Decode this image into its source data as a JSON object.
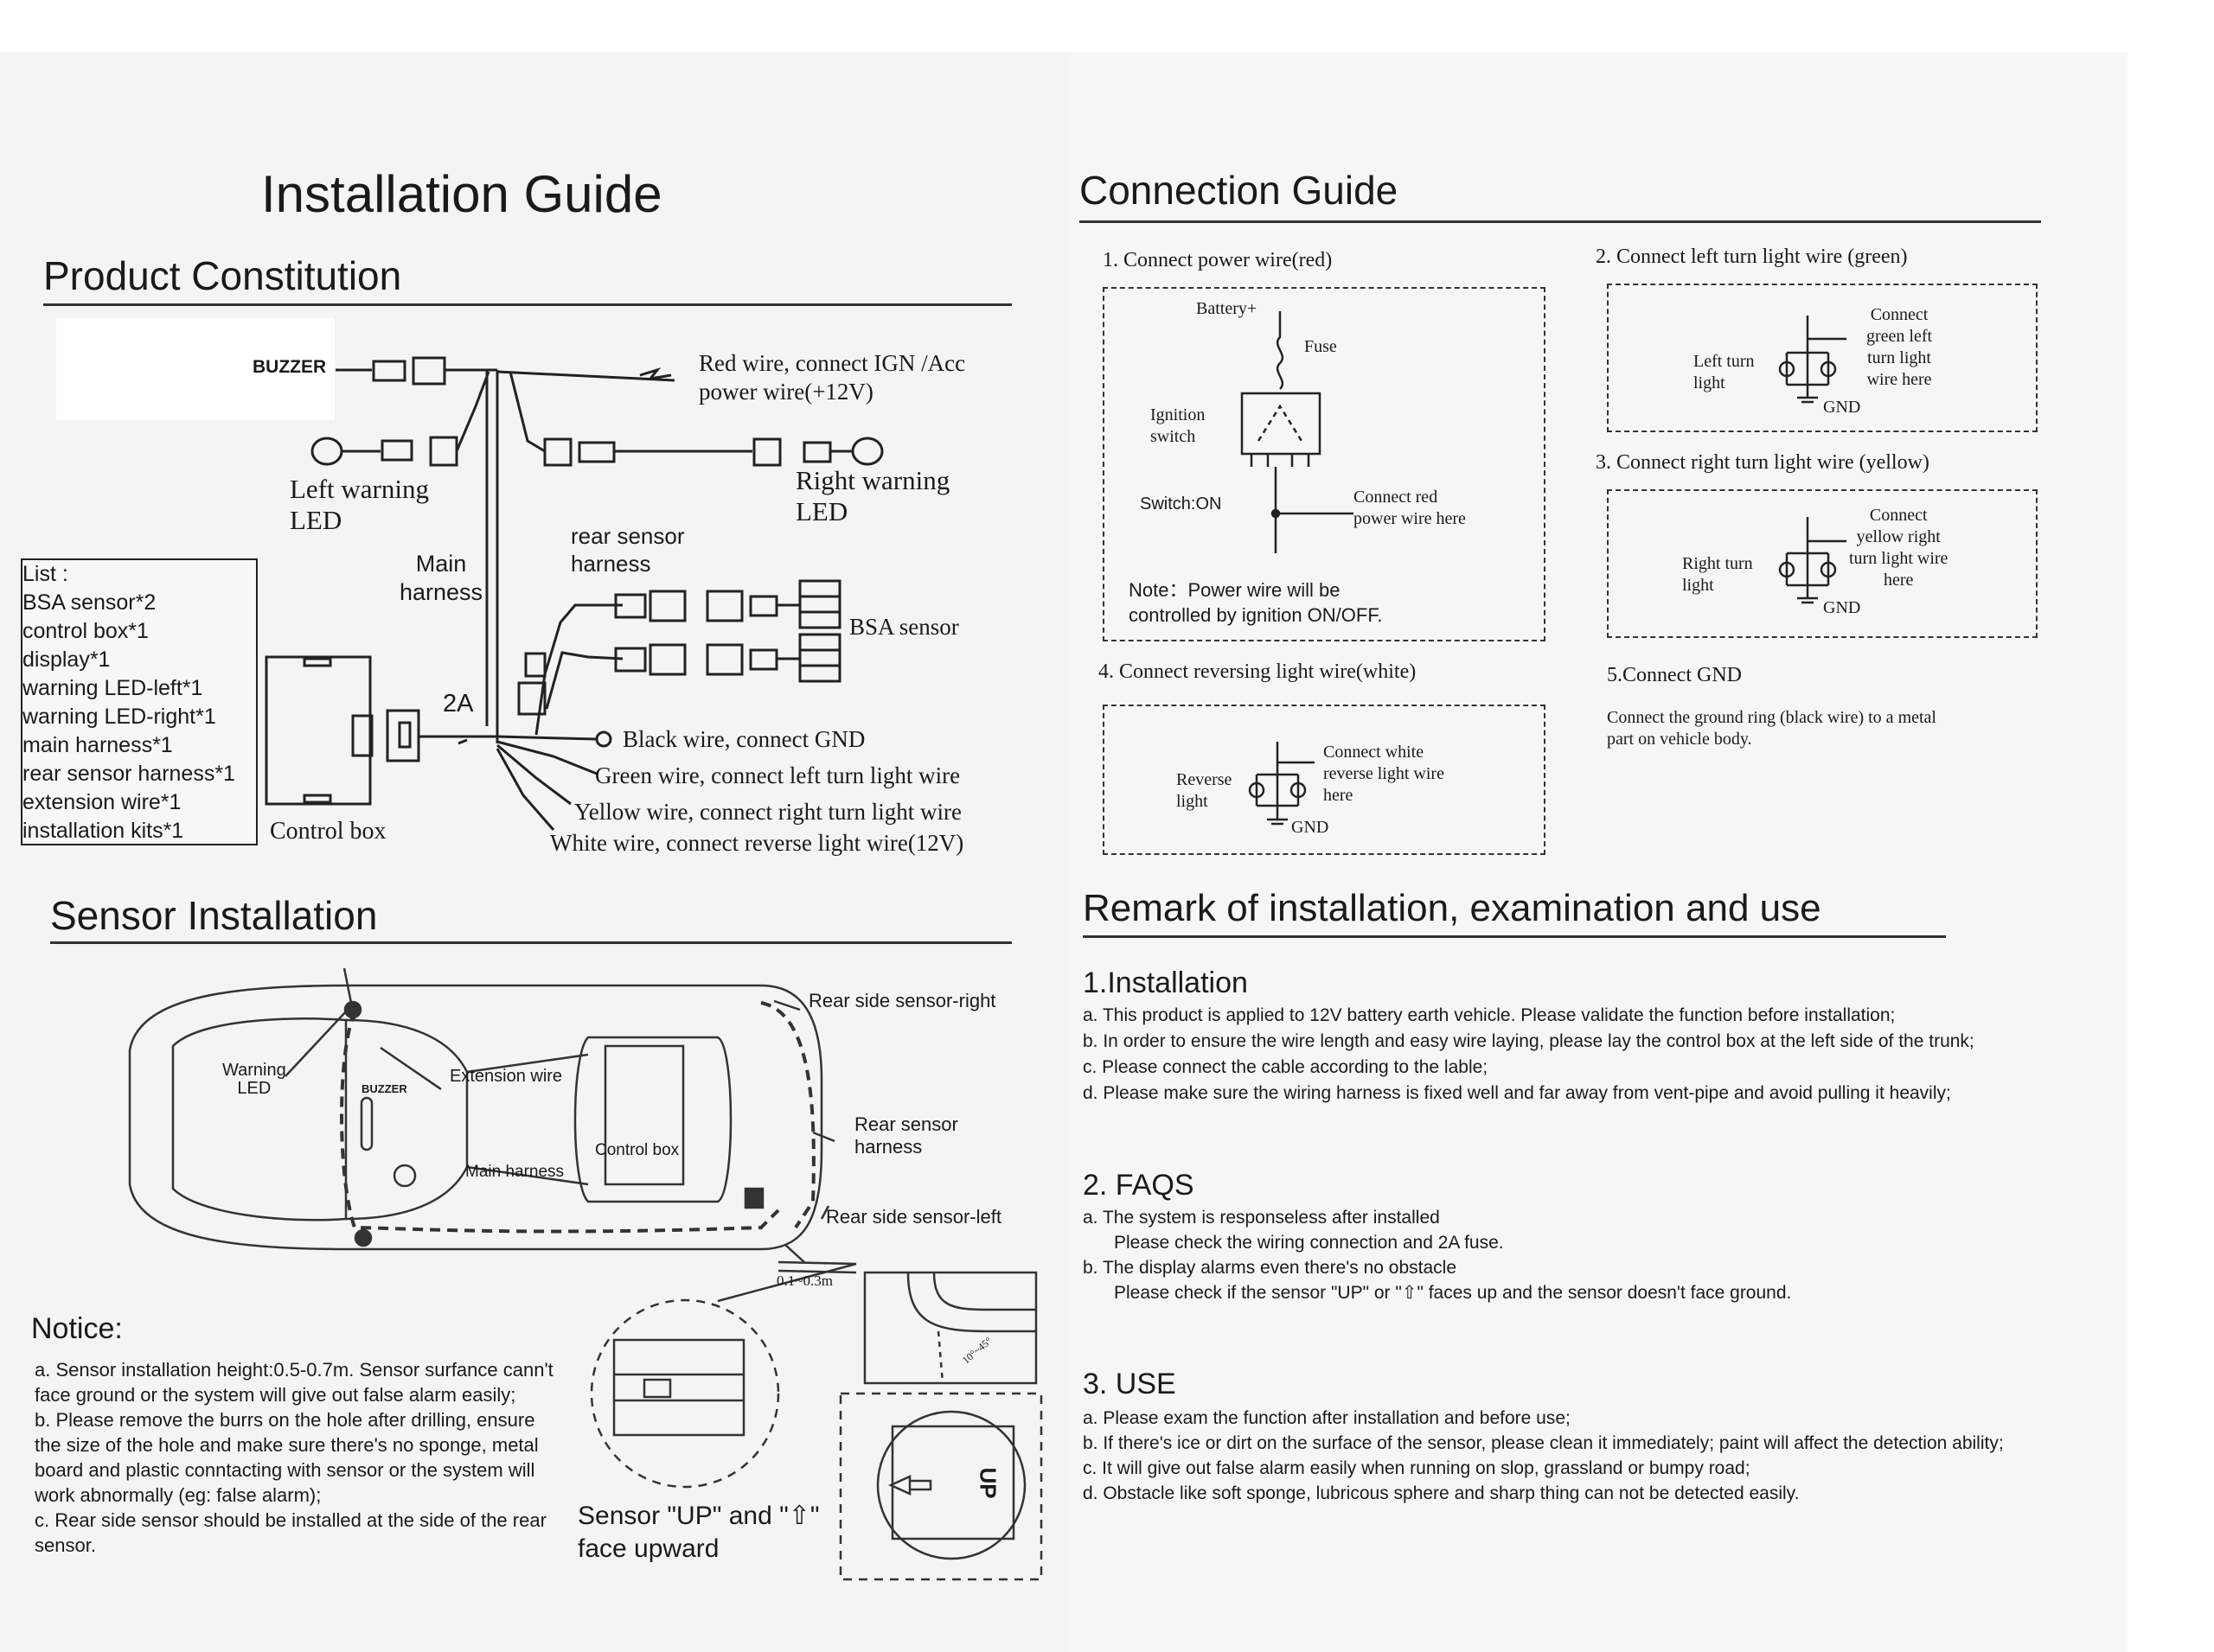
{
  "left": {
    "title": "Installation Guide",
    "product_constitution": {
      "heading": "Product Constitution",
      "buzzer": "BUZZER",
      "red_wire": [
        "Red wire, connect IGN /Acc",
        "power wire(+12V)"
      ],
      "left_led": [
        "Left warning",
        "LED"
      ],
      "right_led": [
        "Right warning",
        "LED"
      ],
      "main_harness": [
        "Main",
        "harness"
      ],
      "rear_sensor_harness": [
        "rear sensor",
        "harness"
      ],
      "bsa_sensor": "BSA sensor",
      "fuse": "2A",
      "black_wire": "Black wire, connect GND",
      "green_wire": "Green wire, connect left turn light wire",
      "yellow_wire": "Yellow wire, connect right turn light wire",
      "white_wire": "White wire, connect reverse light wire(12V)",
      "control_box": "Control box",
      "list_items": [
        "List :",
        "BSA sensor*2",
        "control box*1",
        "display*1",
        "warning LED-left*1",
        "warning LED-right*1",
        "main harness*1",
        "rear sensor harness*1",
        "extension wire*1",
        "installation kits*1"
      ]
    },
    "sensor_installation": {
      "heading": "Sensor Installation",
      "rear_right": "Rear side sensor-right",
      "warning_led": [
        "Warning",
        "LED"
      ],
      "buzzer": "BUZZER",
      "extension_wire": "Extension wire",
      "control_box": "Control box",
      "main_harness": "Main harness",
      "rear_sensor_harness": [
        "Rear sensor",
        "harness"
      ],
      "rear_left": "Rear side sensor-left",
      "distance": "0.1~0.3m",
      "angle": "10°~45°",
      "up_caption": [
        "Sensor \"UP\" and \"⇧\"",
        "face upward"
      ],
      "up_label": "UP"
    },
    "notice": {
      "heading": "Notice:",
      "items": [
        "a. Sensor installation height:0.5-0.7m. Sensor surfance cann't face ground or the system will give out false alarm easily;",
        "b. Please remove the burrs on the hole after drilling, ensure the size of the hole and make sure there's no sponge, metal board and plastic conntacting with sensor or the system will work abnormally (eg: false alarm);",
        "c. Rear side sensor should be installed at the side of the rear sensor."
      ]
    }
  },
  "right": {
    "connection_guide": {
      "heading": "Connection Guide",
      "step1": {
        "title": "1. Connect power wire(red)",
        "battery": "Battery+",
        "fuse": "Fuse",
        "ignition": [
          "Ignition",
          "switch"
        ],
        "switch_on": "Switch:ON",
        "connect": [
          "Connect red",
          "power wire here"
        ],
        "note": [
          "Note：Power wire will be",
          "controlled by ignition ON/OFF."
        ]
      },
      "step2": {
        "title": "2. Connect left turn light wire (green)",
        "light": [
          "Left turn",
          "light"
        ],
        "connect": [
          "Connect",
          "green left",
          "turn light",
          "wire here"
        ],
        "gnd": "GND"
      },
      "step3": {
        "title": "3. Connect right turn light wire (yellow)",
        "light": [
          "Right turn",
          "light"
        ],
        "connect": [
          "Connect",
          "yellow right",
          "turn light wire",
          "here"
        ],
        "gnd": "GND"
      },
      "step4": {
        "title": "4. Connect reversing light wire(white)",
        "light": [
          "Reverse",
          "light"
        ],
        "connect": [
          "Connect white",
          "reverse light wire",
          "here"
        ],
        "gnd": "GND"
      },
      "step5": {
        "title": "5.Connect GND",
        "text": [
          "Connect the ground ring (black wire) to a metal",
          "part on vehicle body."
        ]
      }
    },
    "remark": {
      "heading": "Remark of installation, examination and use",
      "installation": {
        "heading": "1.Installation",
        "items": [
          "a. This product is applied to 12V battery earth vehicle. Please validate the function before installation;",
          "b. In order to ensure the wire length and easy wire laying, please lay the control box at the left side of the trunk;",
          "c. Please connect the cable according to the lable;",
          "d. Please make sure the wiring harness is fixed well and far away from vent-pipe and avoid pulling it heavily;"
        ]
      },
      "faqs": {
        "heading": "2. FAQS",
        "lines": [
          "a. The system is responseless after installed",
          "Please check the wiring connection and 2A fuse.",
          "b. The display alarms even there's no obstacle",
          "Please check if the sensor \"UP\" or \"⇧\" faces up and the sensor doesn't face ground."
        ]
      },
      "use": {
        "heading": "3. USE",
        "items": [
          "a.  Please exam the function after installation and before use;",
          "b.  If there's ice or dirt on the surface of the sensor, please clean it immediately; paint will affect the detection ability;",
          "c.  It will give out false alarm easily when running on slop, grassland or bumpy road;",
          "d.  Obstacle like soft sponge, lubricous sphere and sharp thing can not be detected easily."
        ]
      }
    }
  }
}
